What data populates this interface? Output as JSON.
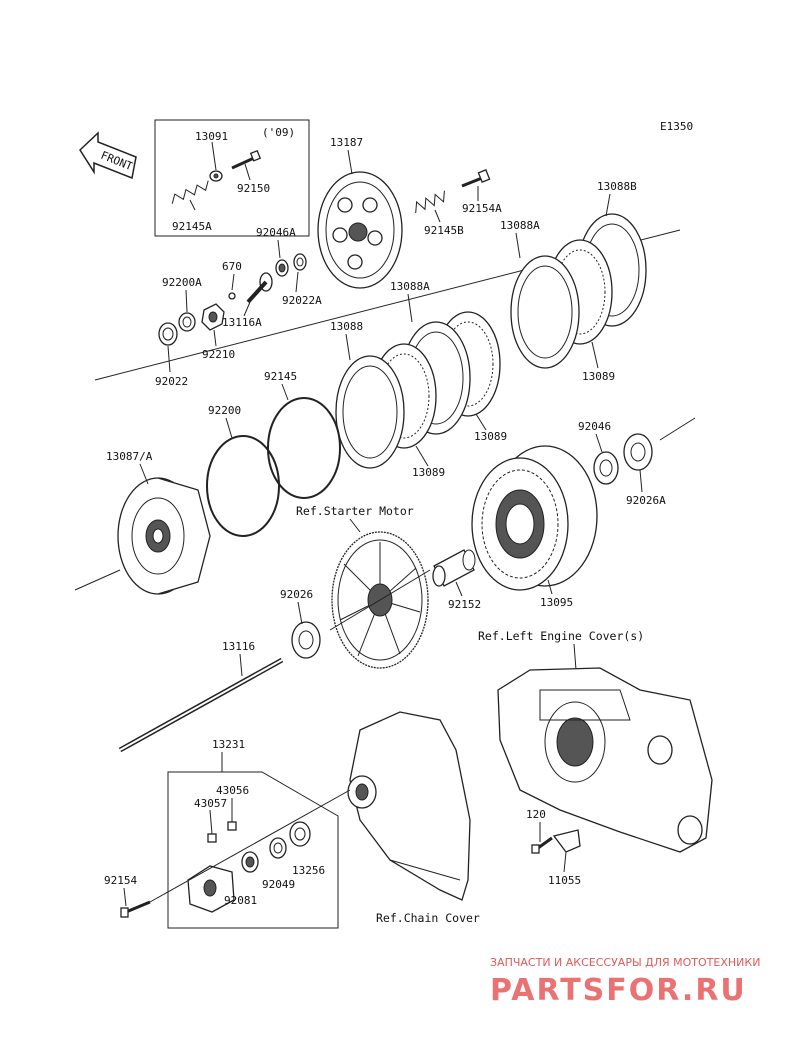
{
  "diagram_code": "E1350",
  "front_label": "FRONT",
  "year_note": "('09)",
  "labels": {
    "13091": "13091",
    "92150": "92150",
    "92145A": "92145A",
    "13187": "13187",
    "92154A": "92154A",
    "92145B": "92145B",
    "13088B": "13088B",
    "92046A": "92046A",
    "670": "670",
    "92200A": "92200A",
    "92022A": "92022A",
    "13116A": "13116A",
    "92210": "92210",
    "92022": "92022",
    "13088A_1": "13088A",
    "13088A_2": "13088A",
    "13088": "13088",
    "13089_1": "13089",
    "13089_2": "13089",
    "13089_3": "13089",
    "92145": "92145",
    "92200": "92200",
    "92046": "92046",
    "92026A": "92026A",
    "13087A": "13087/A",
    "92152": "92152",
    "13095": "13095",
    "92026": "92026",
    "13116": "13116",
    "13231": "13231",
    "43056": "43056",
    "43057": "43057",
    "92154": "92154",
    "92049": "92049",
    "13256": "13256",
    "92081": "92081",
    "120": "120",
    "11055": "11055"
  },
  "refs": {
    "starter_motor": "Ref.Starter Motor",
    "left_engine_cover": "Ref.Left Engine Cover(s)",
    "chain_cover": "Ref.Chain Cover"
  },
  "watermark": {
    "tagline": "ЗАПЧАСТИ И АКСЕССУАРЫ ДЛЯ МОТОТЕХНИКИ",
    "logo": "PARTSFOR.RU"
  }
}
